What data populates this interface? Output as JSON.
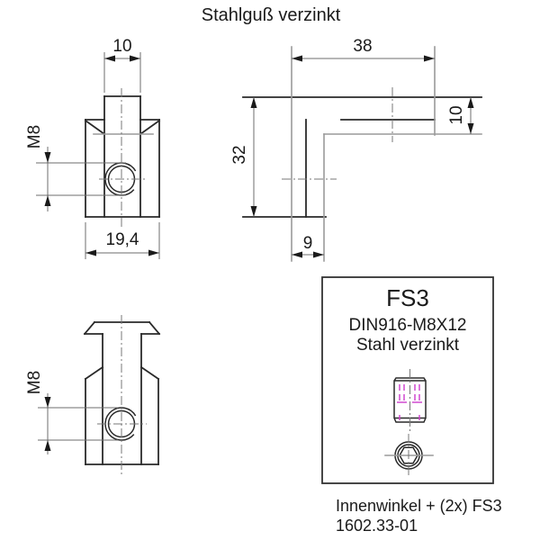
{
  "title": "Stahlguß verzinkt",
  "front_view": {
    "dim_width_top": "10",
    "dim_thread": "M8",
    "dim_width": "19,4"
  },
  "bracket_view": {
    "dim_length": "38",
    "dim_height": "32",
    "dim_top_thickness": "10",
    "dim_leg_thickness": "9"
  },
  "side_view": {
    "dim_thread": "M8"
  },
  "fs3_box": {
    "heading": "FS3",
    "spec": "DIN916-M8X12",
    "material": "Stahl verzinkt"
  },
  "caption": {
    "line1": "Innenwinkel + (2x) FS3",
    "line2": "1602.33-01"
  },
  "colors": {
    "outline": "#2a2a2a",
    "secondary_line": "#9a9a9a",
    "thin_line": "#6e6e6e",
    "hidden_line": "#cc3dcc",
    "text": "#1a1a1a",
    "background": "#ffffff"
  }
}
